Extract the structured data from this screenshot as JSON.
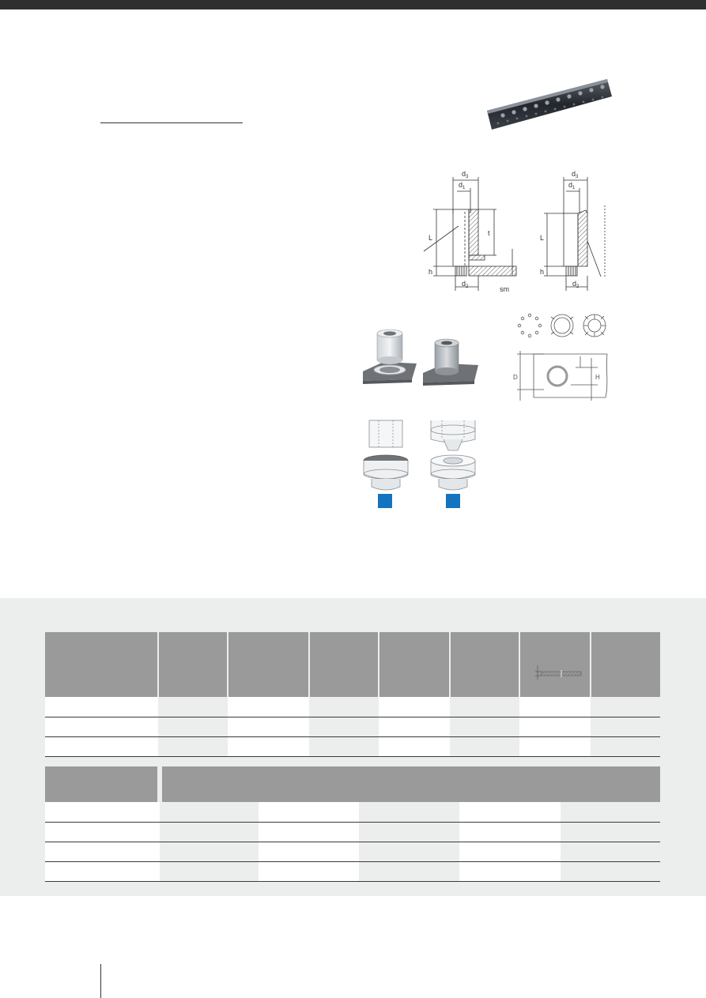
{
  "page": {
    "accent_color": "#1373bf",
    "header_bar_color": "#2f2f2f",
    "spec_panel_color": "#eceded",
    "table_header_color": "#9a9a9a"
  },
  "drawing_labels": {
    "d3": "d",
    "d3_sub": "3",
    "d1": "d",
    "d1_sub": "1",
    "d2": "d",
    "d2_sub": "2",
    "L": "L",
    "t": "t",
    "h": "h",
    "sm": "sm",
    "D": "D",
    "H": "H"
  },
  "table1": {
    "columns": 8,
    "rows": 3
  },
  "table2": {
    "columns": 6,
    "rows": 4
  }
}
